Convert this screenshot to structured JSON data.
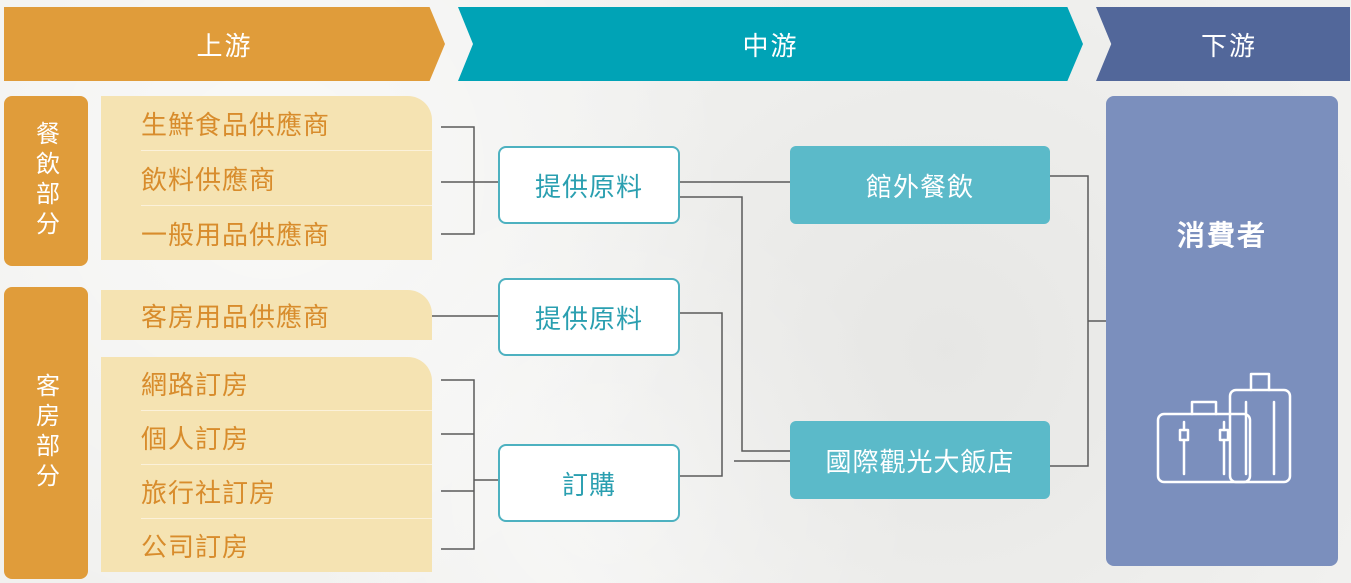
{
  "headers": {
    "upstream": "上游",
    "midstream": "中游",
    "downstream": "下游"
  },
  "colors": {
    "upstream": "#e09c3a",
    "midstream": "#00a3b6",
    "downstream": "#52679a",
    "panel": "#f5e3b2",
    "panel_text": "#d88c2c",
    "consumer": "#7b8fbd"
  },
  "categories": {
    "food": "餐飲部分",
    "rooms": "客房部分"
  },
  "food_suppliers": [
    "生鮮食品供應商",
    "飲料供應商",
    "一般用品供應商"
  ],
  "room_supplier": "客房用品供應商",
  "bookings": [
    "網路訂房",
    "個人訂房",
    "旅行社訂房",
    "公司訂房"
  ],
  "midstream_boxes": {
    "supply_1": "提供原料",
    "supply_2": "提供原料",
    "booking": "訂購"
  },
  "hotel_boxes": {
    "outside_dining": "館外餐飲",
    "hotel": "國際觀光大飯店"
  },
  "consumer": {
    "label": "消費者",
    "icon": "luggage-icon"
  }
}
